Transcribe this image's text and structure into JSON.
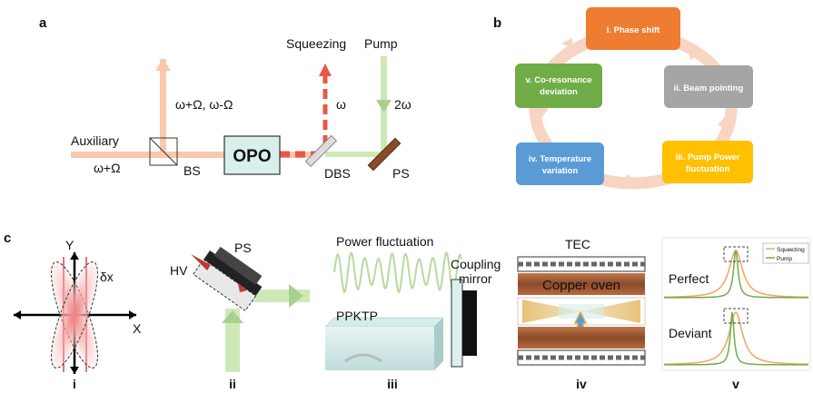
{
  "panel_letters": {
    "a": "a",
    "b": "b",
    "c": "c"
  },
  "panel_a": {
    "squeezing": "Squeezing",
    "pump": "Pump",
    "sidebands": "ω+Ω, ω-Ω",
    "omega": "ω",
    "two_omega": "2ω",
    "auxiliary": "Auxiliary",
    "aux_freq": "ω+Ω",
    "bs": "BS",
    "opo": "OPO",
    "dbs": "DBS",
    "ps": "PS"
  },
  "panel_b": {
    "box1": [
      "i. Phase shift"
    ],
    "box2": [
      "ii. Beam pointing"
    ],
    "box3": [
      "iii. Pump Power",
      "fluctuation"
    ],
    "box4": [
      "iv. Temperature",
      "variation"
    ],
    "box5": [
      "v. Co-resonance",
      "deviation"
    ],
    "colors": {
      "box1": "#ee7d31",
      "box2": "#a5a5a5",
      "box3": "#ffc000",
      "box4": "#5b9bd5",
      "box5": "#70ad47",
      "ring": "#f8cbad"
    }
  },
  "panel_c": {
    "i": {
      "y": "Y",
      "x": "X",
      "dx": "δx",
      "sub": "i"
    },
    "ii": {
      "hv": "HV",
      "ps": "PS",
      "sub": "ii"
    },
    "iii": {
      "title": "Power fluctuation",
      "crystal": "PPKTP",
      "mirror": [
        "Coupling",
        "mirror"
      ],
      "sub": "iii"
    },
    "iv": {
      "tec": "TEC",
      "oven": "Copper oven",
      "sub": "iv"
    },
    "v": {
      "perfect": "Perfect",
      "deviant": "Deviant",
      "legend": [
        "Squeezing",
        "Pump"
      ],
      "sub": "v",
      "colors": {
        "squeezing": "#f4a261",
        "pump": "#70ad47"
      }
    }
  }
}
